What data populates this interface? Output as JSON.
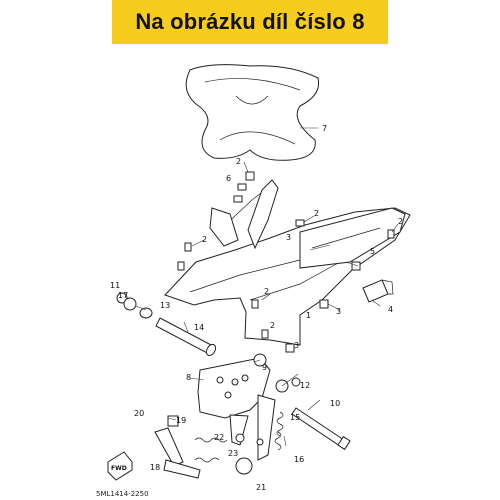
{
  "banner": {
    "text": "Na obrázku díl číslo 8",
    "background": "#f6cd1d"
  },
  "diagram": {
    "labels": {
      "p1": "1",
      "p2a": "2",
      "p2b": "2",
      "p2c": "2",
      "p2d": "2",
      "p2e": "2",
      "p2f": "2",
      "p3a": "3",
      "p3b": "3",
      "p3c": "3",
      "p4": "4",
      "p5": "5",
      "p6": "6",
      "p7": "7",
      "p8": "8",
      "p9": "9",
      "p10": "10",
      "p11": "11",
      "p12": "12",
      "p13": "13",
      "p14": "14",
      "p15": "15",
      "p16": "16",
      "p17": "17",
      "p18": "18",
      "p19": "19",
      "p20": "20",
      "p21": "21",
      "p22": "22",
      "p23": "23"
    },
    "fwd": "FWD",
    "code": "5ML1414-2250"
  }
}
